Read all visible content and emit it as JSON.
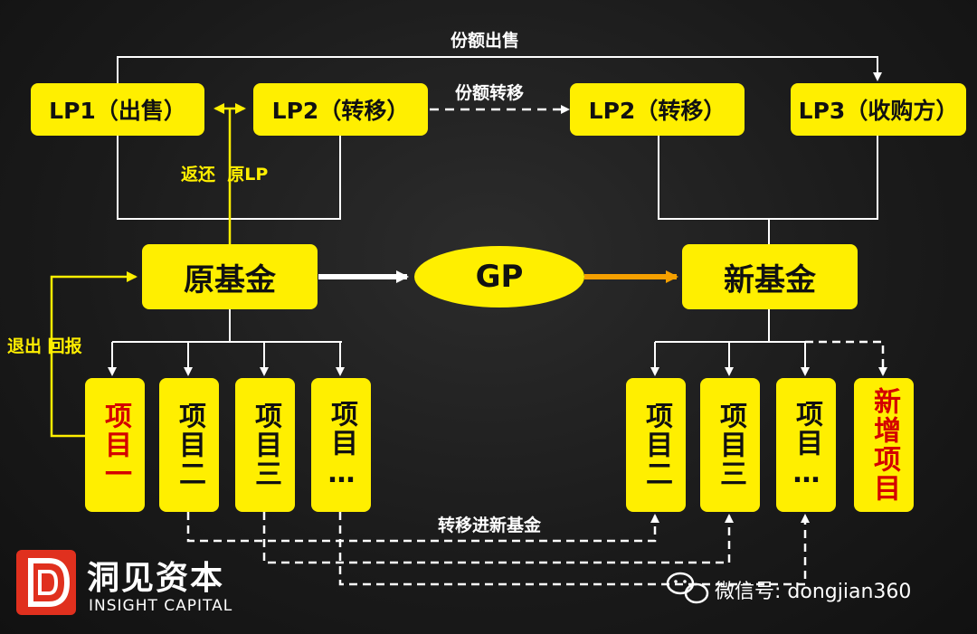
{
  "nodes": {
    "lp1_sell": "LP1（出售）",
    "lp2_transfer_left": "LP2（转移）",
    "lp2_transfer_right": "LP2（转移）",
    "lp3_buyer": "LP3（收购方）",
    "old_fund": "原基金",
    "gp": "GP",
    "new_fund": "新基金"
  },
  "old_projects": [
    "项目一",
    "项目二",
    "项目三",
    "项目…"
  ],
  "new_projects": [
    "项目二",
    "项目三",
    "项目…",
    "新增项目"
  ],
  "labels": {
    "share_sale": "份额出售",
    "share_transfer": "份额转移",
    "return_original_lp": "返还  原LP",
    "exit_return": "退出 回报",
    "transfer_to_new_fund": "转移进新基金"
  },
  "branding": {
    "logo_cn": "洞见资本",
    "logo_en": "INSIGHT CAPITAL",
    "wechat": "微信号: dongjian360"
  },
  "colors": {
    "highlight": "#ffef00",
    "alert_text": "#d40000",
    "line": "#ffffff",
    "gp_to_new_fund": "#f5a000"
  }
}
